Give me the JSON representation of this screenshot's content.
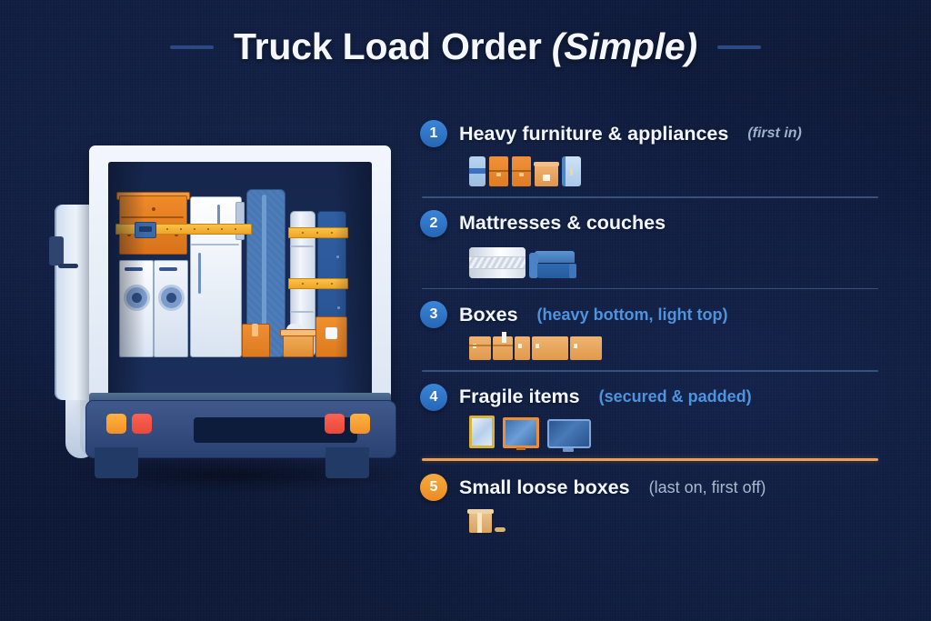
{
  "title": {
    "main": "Truck Load Order ",
    "suffix": "(Simple)"
  },
  "colors": {
    "background": "#0f1c3c",
    "badge_blue": "#2d6dc0",
    "badge_orange": "#f09b2c",
    "accent_orange": "#f0a050",
    "divider_blue": "#35527f",
    "note_blue": "#4f93dd",
    "note_grey": "#aab9cf",
    "text_white": "#f2f6fc"
  },
  "steps": [
    {
      "number": "1",
      "badge_style": "blue",
      "label": "Heavy furniture & appliances",
      "note": "(first in)",
      "note_style": "italic-grey",
      "icons": [
        "appliance-light-icon",
        "dresser-icon",
        "dresser-icon",
        "carton-box-icon",
        "fridge-icon"
      ],
      "divider": "blue"
    },
    {
      "number": "2",
      "badge_style": "blue",
      "label": "Mattresses & couches",
      "note": "",
      "note_style": "none",
      "icons": [
        "mattress-stack-icon",
        "couch-icon"
      ],
      "divider": "blue"
    },
    {
      "number": "3",
      "badge_style": "blue",
      "label": "Boxes",
      "note": "(heavy bottom, light top)",
      "note_style": "blue",
      "icons": [
        "box-icon",
        "box-icon",
        "box-icon",
        "box-icon",
        "box-icon"
      ],
      "divider": "blue"
    },
    {
      "number": "4",
      "badge_style": "blue",
      "label": "Fragile items",
      "note": "(secured & padded)",
      "note_style": "blue",
      "icons": [
        "framed-mirror-icon",
        "framed-picture-icon",
        "tv-icon"
      ],
      "divider": "accent"
    },
    {
      "number": "5",
      "badge_style": "orange",
      "label": "Small loose boxes",
      "note": "(last on, first off)",
      "note_style": "grey",
      "icons": [
        "small-box-icon",
        "tape-roll-icon"
      ],
      "divider": "none"
    }
  ],
  "illustration": {
    "name": "loaded-moving-truck-rear-view",
    "cargo_items": [
      "orange-dresser",
      "white-washer",
      "white-dryer",
      "white-refrigerator",
      "blue-mattress",
      "rolled-mattress",
      "blue-mattress-second",
      "yellow-tie-down-strap",
      "yellow-tie-down-strap-lower",
      "orange-box",
      "tan-box",
      "orange-labeled-box"
    ],
    "taillights": [
      "amber",
      "red",
      "red",
      "amber"
    ]
  }
}
